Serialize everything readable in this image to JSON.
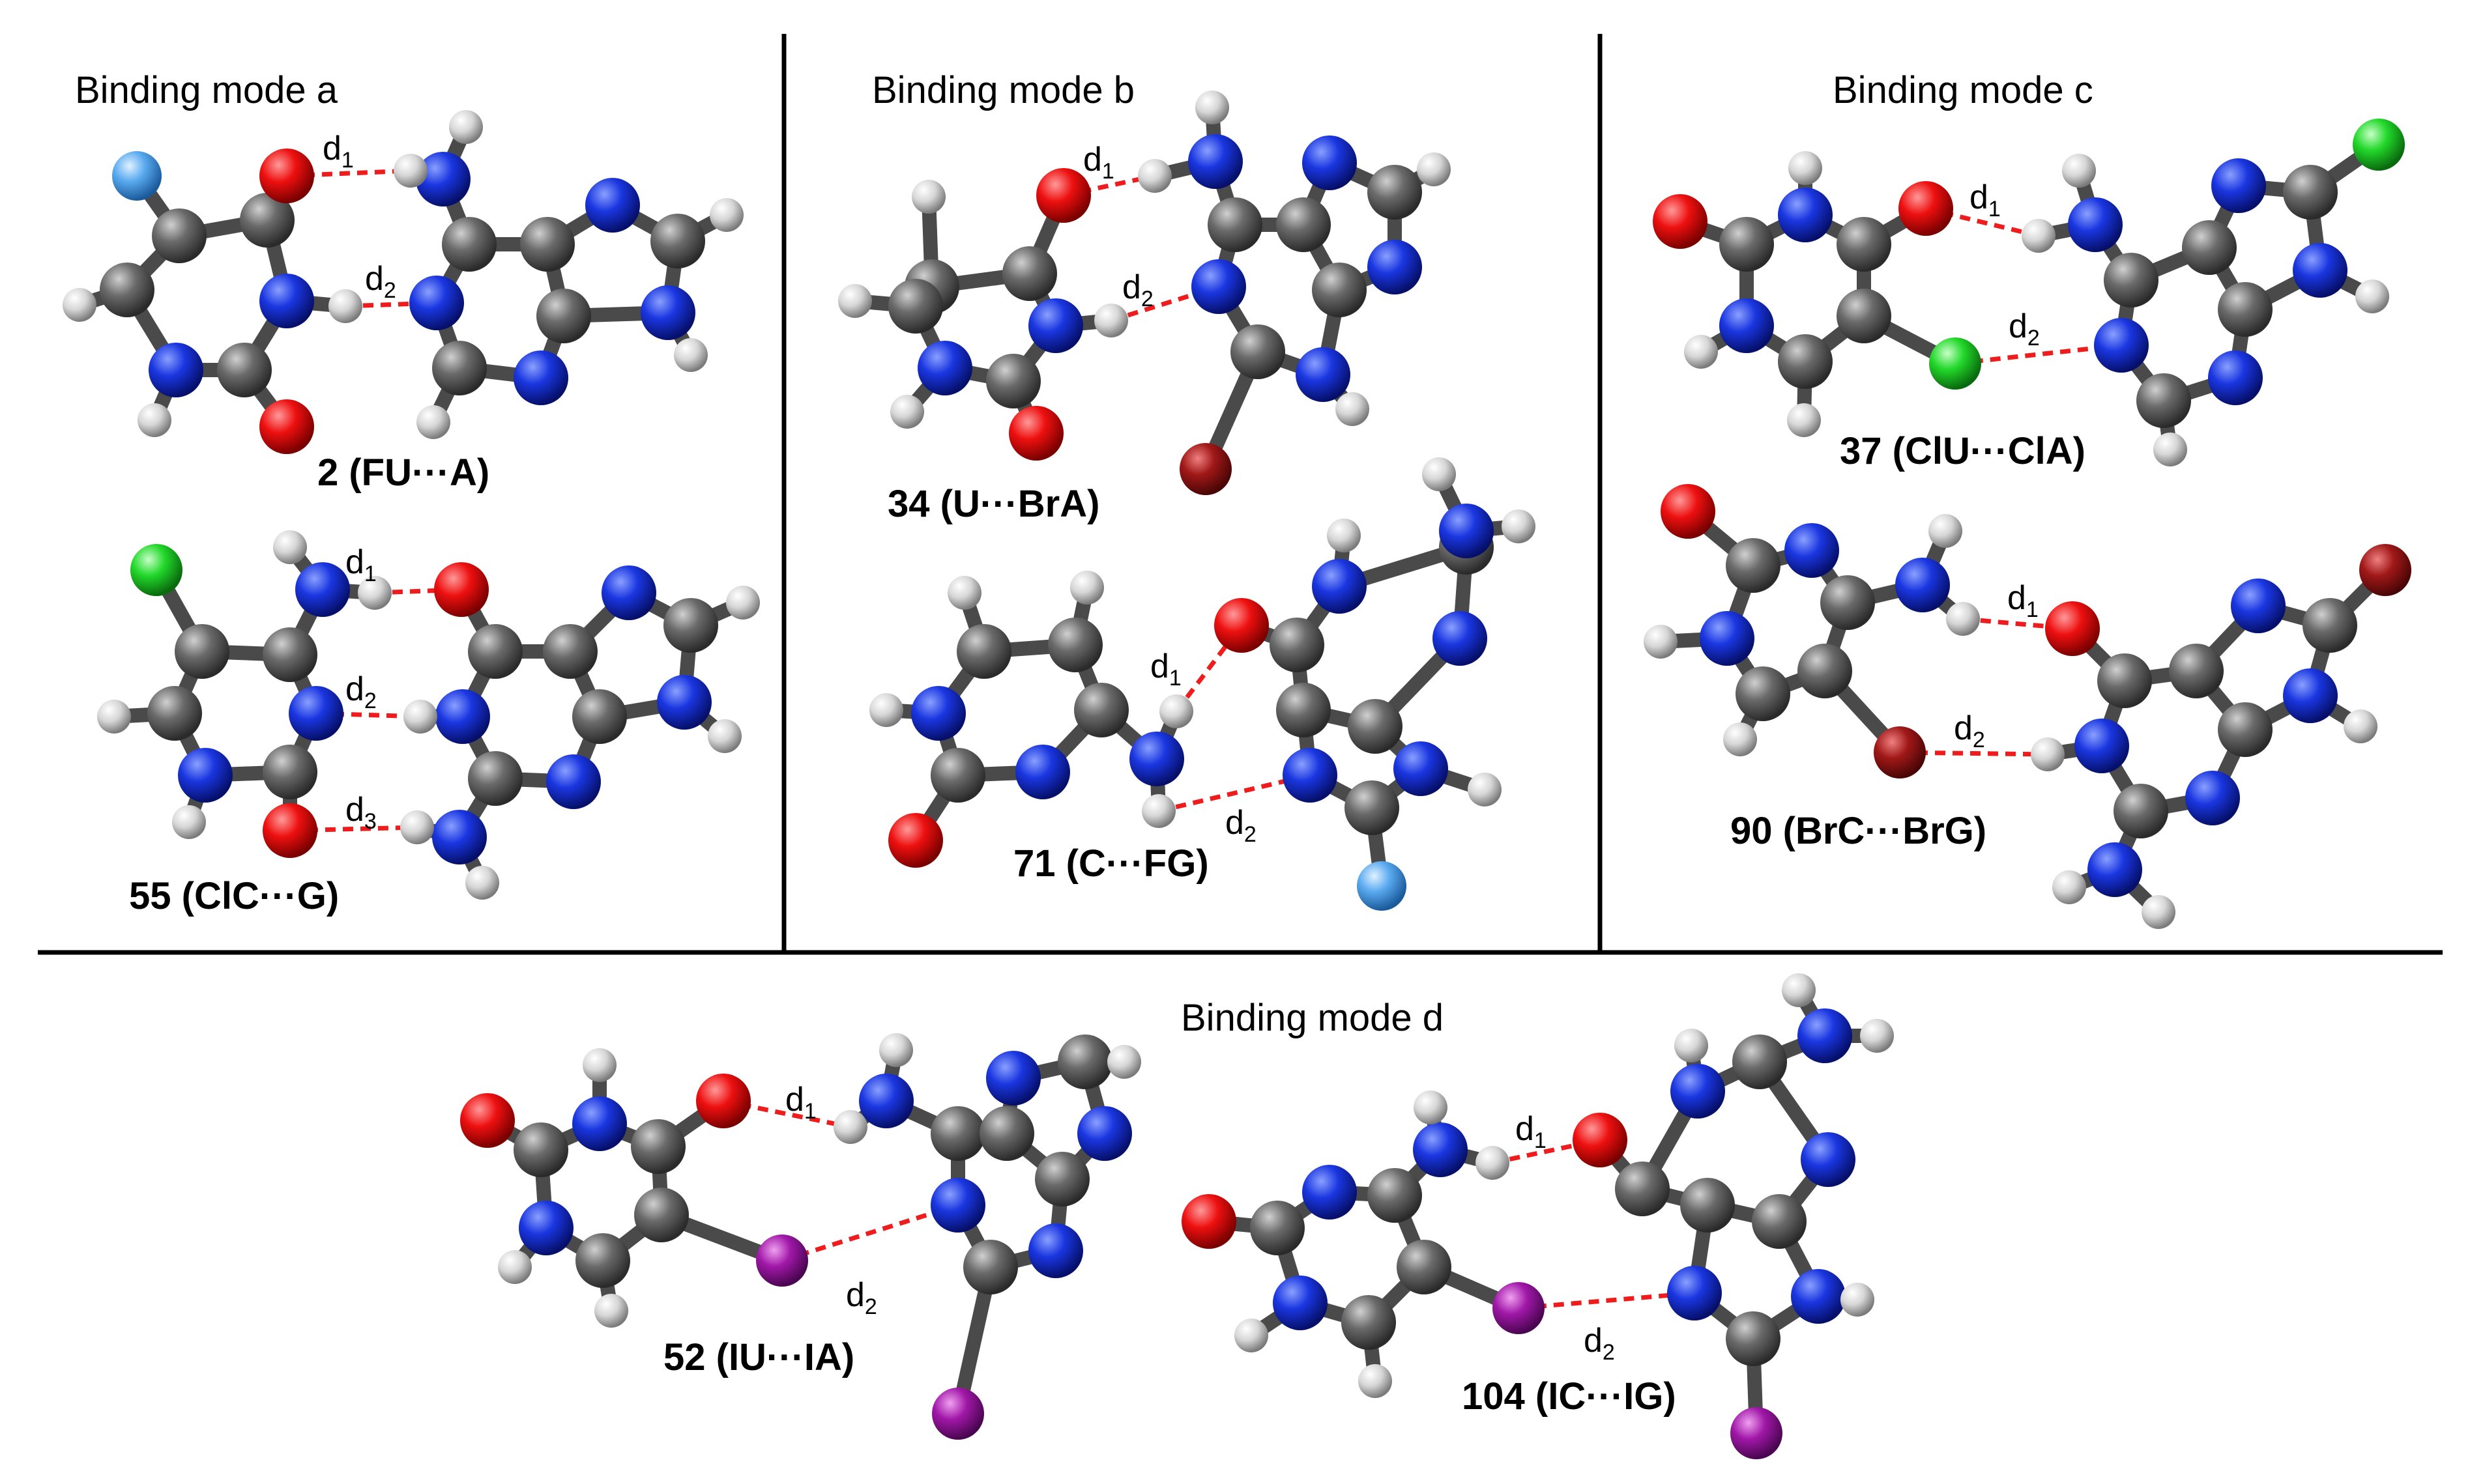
{
  "panels": {
    "a": {
      "title": "Binding mode a",
      "complexes": [
        "2 (FU···A)",
        "55 (ClC···G)"
      ]
    },
    "b": {
      "title": "Binding mode b",
      "complexes": [
        "34 (U···BrA)",
        "71 (C···FG)"
      ]
    },
    "c": {
      "title": "Binding mode c",
      "complexes": [
        "37 (ClU···ClA)",
        "90 (BrC···BrG)"
      ]
    },
    "d": {
      "title": "Binding mode d",
      "complexes": [
        "52 (IU···IA)",
        "104 (IC···IG)"
      ]
    }
  },
  "distance_labels": {
    "d1": "d",
    "d1_sub": "1",
    "d2": "d",
    "d2_sub": "2",
    "d3": "d",
    "d3_sub": "3"
  },
  "atom_colors": {
    "C": "#5a5a5a",
    "N": "#1530d8",
    "O": "#e01010",
    "H": "#d8d8d8",
    "F": "#5aaaf0",
    "Cl": "#22d82a",
    "Br": "#a01818",
    "I": "#a018a8"
  },
  "bond_color": "#4a4a4a",
  "hbond_color": "#ee1c1c"
}
